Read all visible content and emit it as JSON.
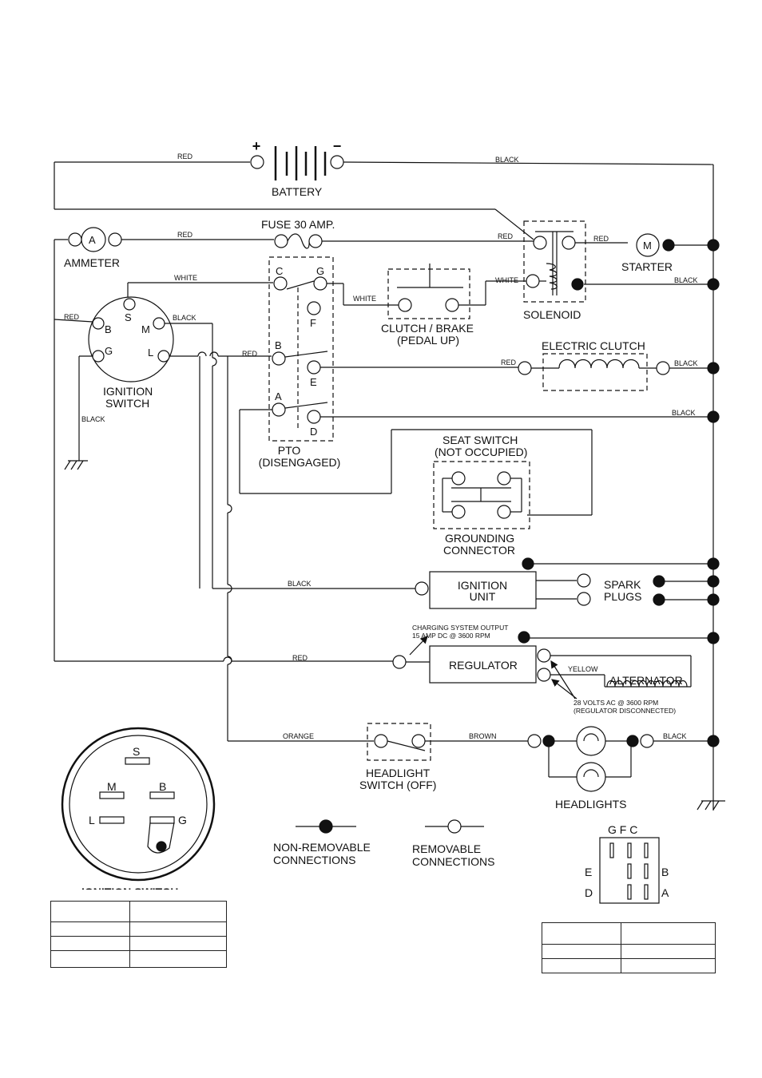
{
  "battery": {
    "label": "BATTERY",
    "plus": "+",
    "minus": "−"
  },
  "components": {
    "ammeter": "AMMETER",
    "ammeter_symbol": "A",
    "fuse": "FUSE 30 AMP.",
    "solenoid": "SOLENOID",
    "starter": "STARTER",
    "starter_symbol": "M",
    "clutch_brake_1": "CLUTCH / BRAKE",
    "clutch_brake_2": "(PEDAL UP)",
    "electric_clutch": "ELECTRIC CLUTCH",
    "ignition_switch_1": "IGNITION",
    "ignition_switch_2": "SWITCH",
    "pto_1": "PTO",
    "pto_2": "(DISENGAGED)",
    "seat_switch_1": "SEAT SWITCH",
    "seat_switch_2": "(NOT OCCUPIED)",
    "grounding_1": "GROUNDING",
    "grounding_2": "CONNECTOR",
    "ignition_unit_1": "IGNITION",
    "ignition_unit_2": "UNIT",
    "spark_plugs_1": "SPARK",
    "spark_plugs_2": "PLUGS",
    "regulator": "REGULATOR",
    "alternator": "ALTERNATOR",
    "headlight_switch_1": "HEADLIGHT",
    "headlight_switch_2": "SWITCH (OFF)",
    "headlights": "HEADLIGHTS"
  },
  "wires": {
    "red": "RED",
    "black": "BLACK",
    "white": "WHITE",
    "yellow": "YELLOW",
    "orange": "ORANGE",
    "brown": "BROWN"
  },
  "terminals": {
    "S": "S",
    "M": "M",
    "B": "B",
    "G": "G",
    "L": "L",
    "C": "C",
    "F": "F",
    "E": "E",
    "A": "A",
    "D": "D"
  },
  "notes": {
    "charging_1": "CHARGING SYSTEM OUTPUT",
    "charging_2": "15 AMP DC @ 3600 RPM",
    "alternator_1": "28 VOLTS AC @ 3600 RPM",
    "alternator_2": "(REGULATOR DISCONNECTED)"
  },
  "legend": {
    "non_removable_1": "NON-REMOVABLE",
    "non_removable_2": "CONNECTIONS",
    "removable_1": "REMOVABLE",
    "removable_2": "CONNECTIONS"
  },
  "ignition_switch_detail": {
    "title": "IGNITION SWITCH"
  },
  "pto_detail": {
    "top_labels": "G F C"
  },
  "tables": {
    "left_rows": 4,
    "right_rows": 3
  }
}
